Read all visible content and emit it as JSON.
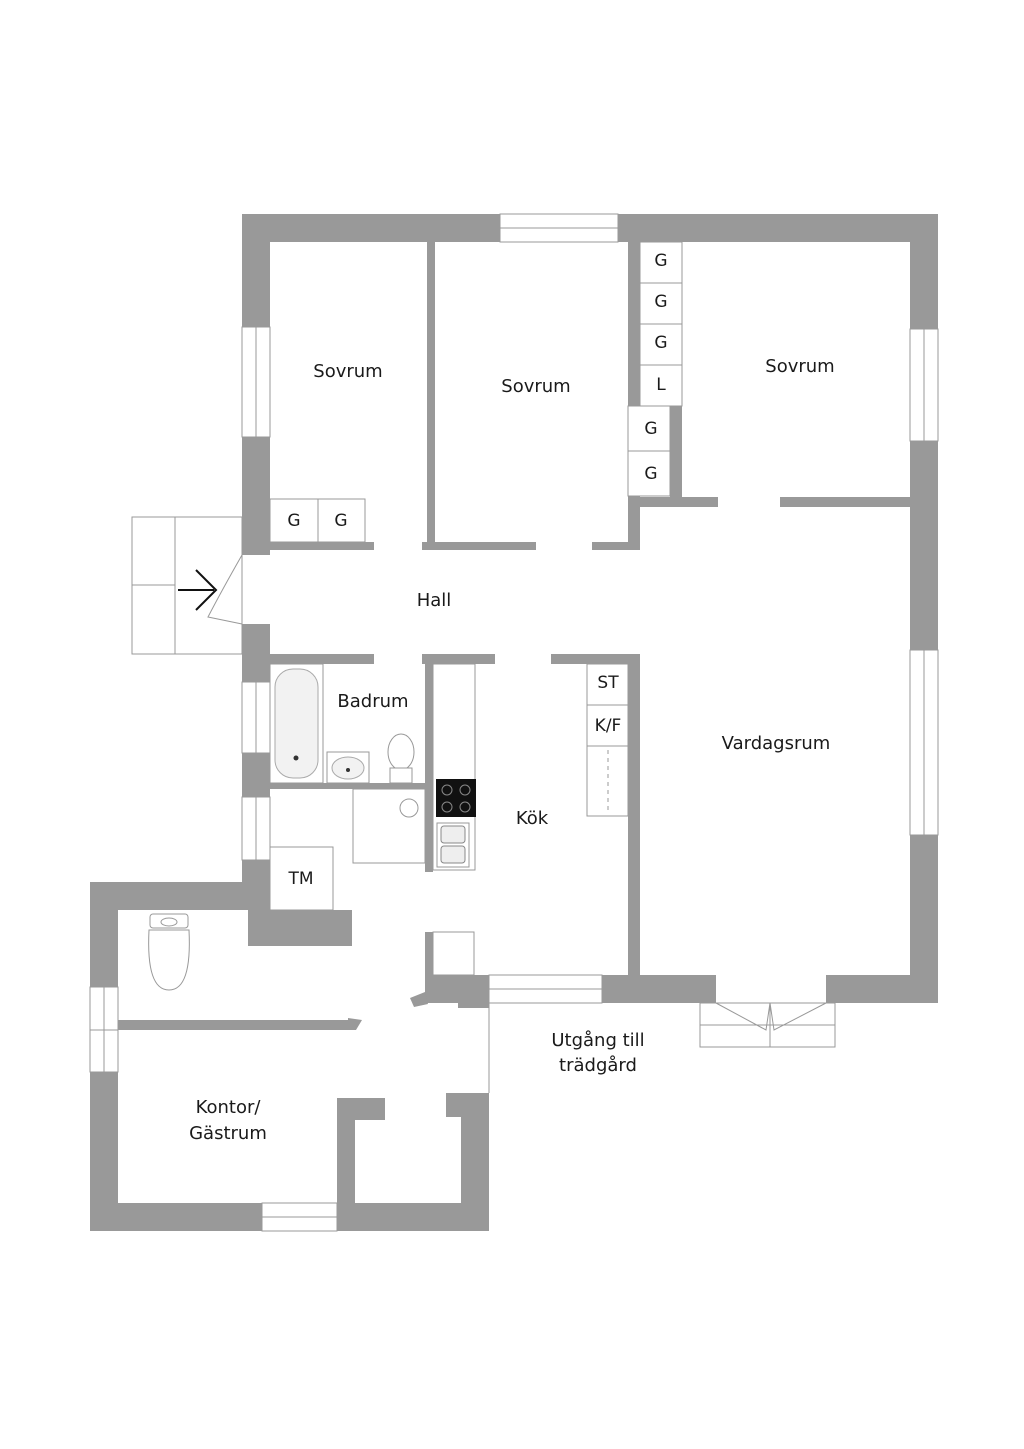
{
  "rooms": {
    "sovrum_1": "Sovrum",
    "sovrum_2": "Sovrum",
    "sovrum_3": "Sovrum",
    "hall": "Hall",
    "badrum": "Badrum",
    "kok": "Kök",
    "vardagsrum": "Vardagsrum",
    "kontor_line1": "Kontor/",
    "kontor_line2": "Gästrum",
    "utgang_line1": "Utgång till",
    "utgang_line2": "trädgård"
  },
  "cabinets": {
    "g1": "G",
    "g2": "G",
    "g3": "G",
    "l": "L",
    "g4": "G",
    "g5": "G",
    "g6": "G",
    "g7": "G",
    "st": "ST",
    "kf": "K/F",
    "tm": "TM"
  },
  "colors": {
    "wall": "#999999",
    "background": "#ffffff",
    "text": "#1a1a1a"
  },
  "icons": [
    "entrance-arrow-icon",
    "bathtub-icon",
    "sink-icon",
    "toilet-icon",
    "stove-icon",
    "double-sink-icon"
  ]
}
